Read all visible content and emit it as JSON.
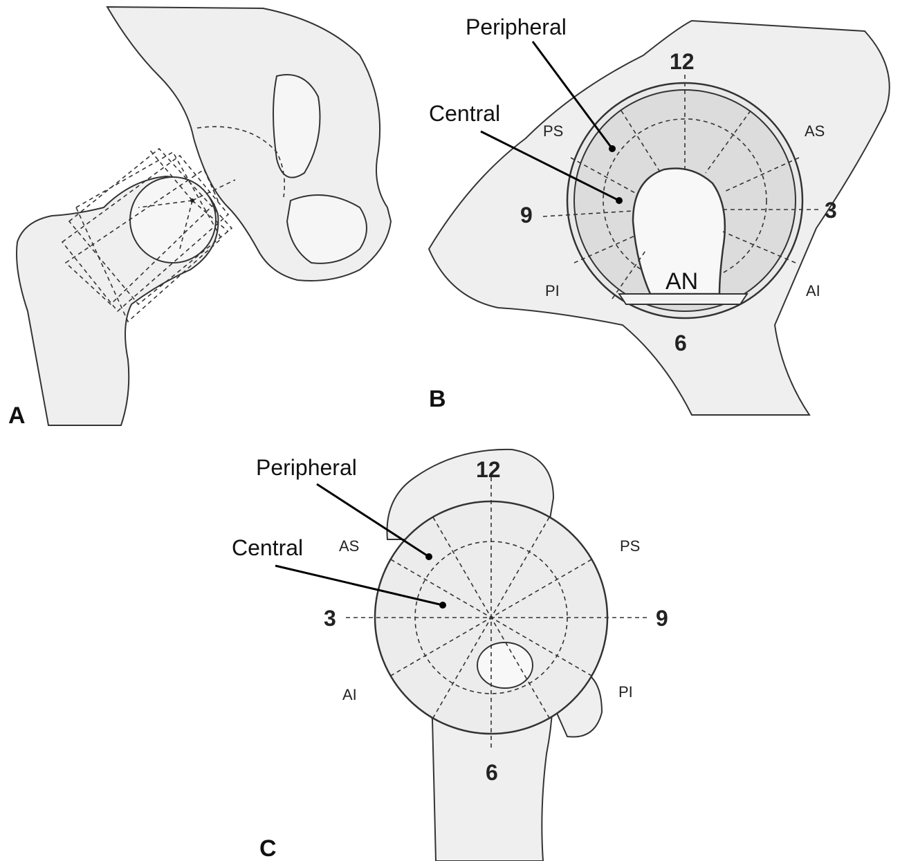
{
  "panels": {
    "a": {
      "label": "A"
    },
    "b": {
      "label": "B",
      "callouts": {
        "peripheral": "Peripheral",
        "central": "Central"
      },
      "clock": {
        "n12": "12",
        "n3": "3",
        "n6": "6",
        "n9": "9"
      },
      "zones": {
        "ps": "PS",
        "as": "AS",
        "pi": "PI",
        "ai": "AI"
      },
      "notch": "AN"
    },
    "c": {
      "label": "C",
      "callouts": {
        "peripheral": "Peripheral",
        "central": "Central"
      },
      "clock": {
        "n12": "12",
        "n3": "3",
        "n6": "6",
        "n9": "9"
      },
      "zones": {
        "as": "AS",
        "ps": "PS",
        "ai": "AI",
        "pi": "PI"
      }
    }
  }
}
